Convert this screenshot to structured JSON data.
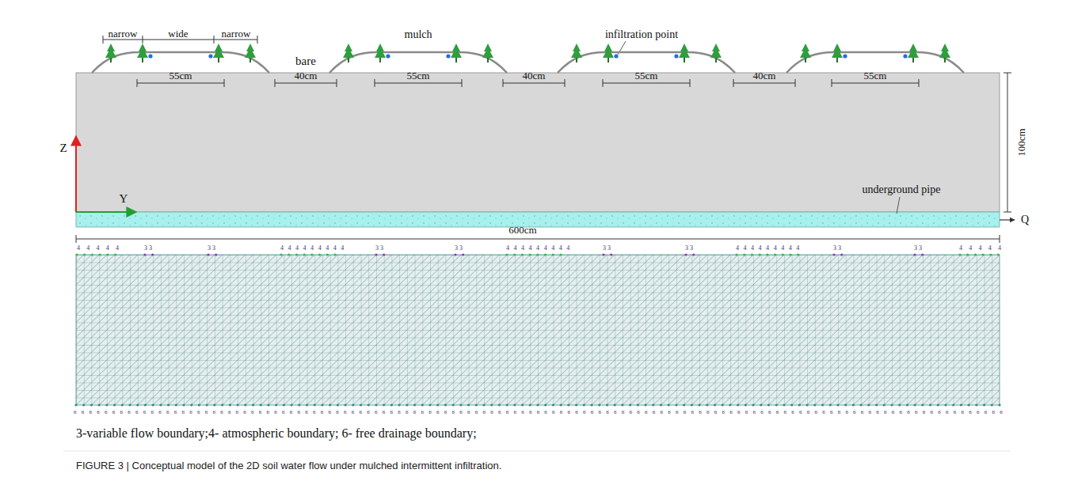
{
  "diagram": {
    "caption": "FIGURE 3 | Conceptual model of the 2D soil water flow under mulched intermittent infiltration.",
    "labels": [
      "narrow",
      "wide",
      "narrow",
      "mulch",
      "infiltration point",
      "bare",
      "55cm",
      "40cm",
      "55cm",
      "40cm",
      "55cm",
      "40cm",
      "55cm",
      "100cm",
      "Z",
      "Y",
      "underground pipe",
      "600cm",
      "Q",
      "4 4 4 4 4",
      "3 3",
      "3 3",
      "4 4 4 4 4 4 4 4 4",
      "3 3",
      "3 3",
      "4 4 4 4 4 4 4 4 4",
      "3 3",
      "3 3",
      "4 4 4 4 4 4 4 4 4",
      "3 3",
      "3 3",
      "4 4 4 4 4",
      "6 6 6 6 6 6 6 6 6 6 6 6 6 6 6 6 6 6 6 6 6 6 6 6 6 6 6 6 6 6 6 6 6 6 6 6 6 6 6 6 6 6 6 6 6 6 6 6 6 6 6 6 6 6 6 6 6 6 6 6 6 6 6 6 6 6 6 6 6 6 6 6 6 6 6 6 6 6 6 6 6 6 6 6 6 6 6 6 6 6 6 6 6 6 6 6 6 6 6 6 6 6 6 6 6 6 6 6 6 6 6 6 6 6 6 6 6 6 6 6 6",
      "3-variable flow boundary;4- atmospheric boundary; 6- free drainage boundary;"
    ]
  }
}
